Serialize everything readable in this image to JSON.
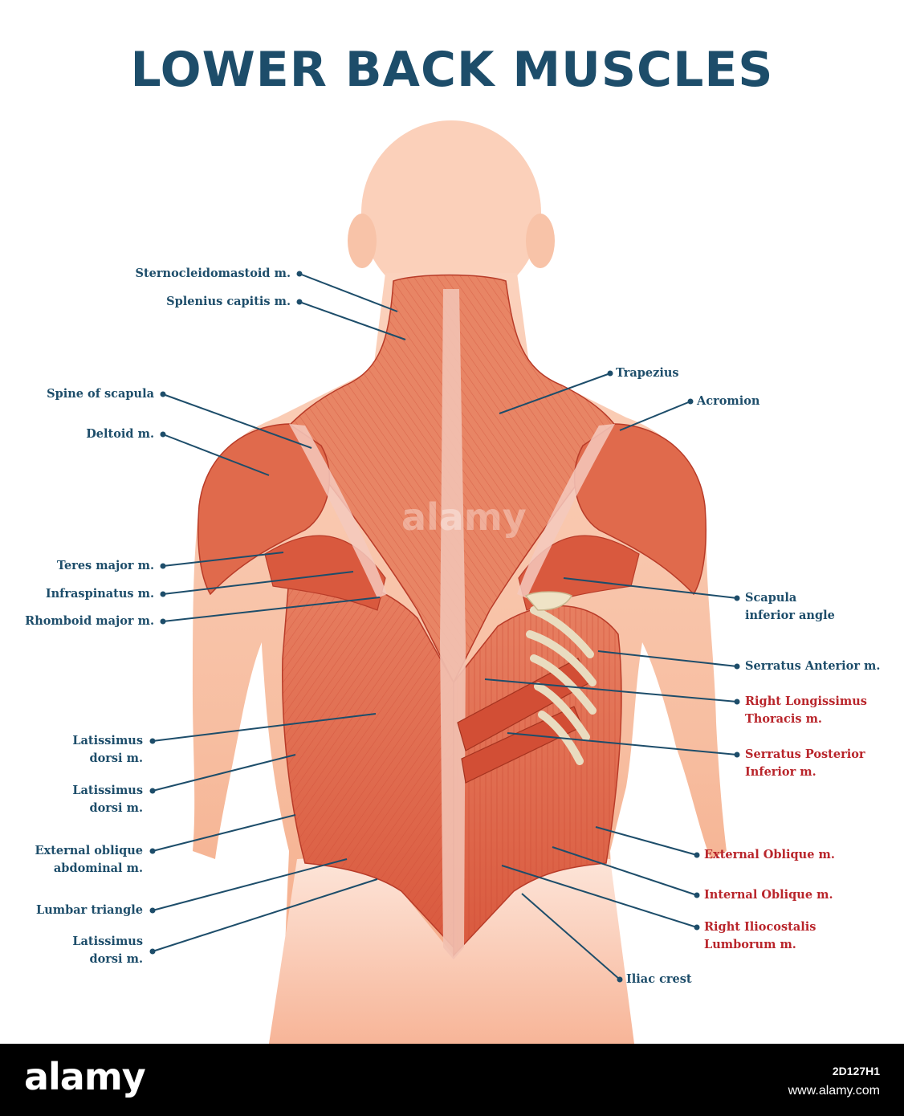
{
  "title": "LOWER BACK MUSCLES",
  "labels_left": [
    {
      "text": "Sternocleidomastoid m."
    },
    {
      "text": "Splenius capitis m."
    },
    {
      "text": "Spine of scapula"
    },
    {
      "text": "Deltoid m."
    },
    {
      "text": "Teres major m."
    },
    {
      "text": "Infraspinatus m."
    },
    {
      "text": "Rhomboid major m."
    },
    {
      "text": "Latissimus\ndorsi m."
    },
    {
      "text": "Latissimus\ndorsi m."
    },
    {
      "text": "External oblique\nabdominal m."
    },
    {
      "text": "Lumbar triangle"
    },
    {
      "text": "Latissimus\ndorsi m."
    }
  ],
  "labels_right": [
    {
      "text": "Trapezius",
      "color": "blue"
    },
    {
      "text": "Acromion",
      "color": "blue"
    },
    {
      "text": "Scapula\ninferior angle",
      "color": "blue"
    },
    {
      "text": "Serratus Anterior m.",
      "color": "blue"
    },
    {
      "text": "Right Longissimus\nThoracis m.",
      "color": "red"
    },
    {
      "text": "Serratus Posterior\nInferior m.",
      "color": "red"
    },
    {
      "text": "External Oblique m.",
      "color": "red"
    },
    {
      "text": "Internal Oblique m.",
      "color": "red"
    },
    {
      "text": "Right Iliocostalis\nLumborum m.",
      "color": "red"
    },
    {
      "text": "Iliac crest",
      "color": "blue"
    }
  ],
  "footer": {
    "logo": "alamy",
    "image_id": "2D127H1",
    "site": "www.alamy.com"
  },
  "watermark": "alamy",
  "colors": {
    "title": "#1d4d6a",
    "label_blue": "#1d4d6a",
    "label_red": "#b9252b",
    "skin": "#f6b89a",
    "muscle": "#e06a4c",
    "muscle_dark": "#c94a33",
    "tendon": "#f4c9bd"
  }
}
